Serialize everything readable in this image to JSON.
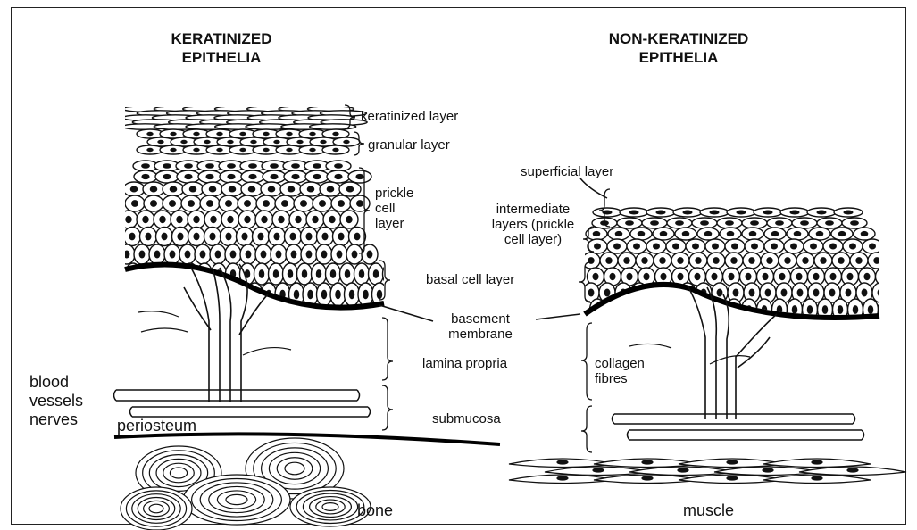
{
  "titles": {
    "left_line1": "KERATINIZED",
    "left_line2": "EPITHELIA",
    "right_line1": "NON-KERATINIZED",
    "right_line2": "EPITHELIA"
  },
  "labels": {
    "keratinized_layer": "keratinized layer",
    "granular_layer": "granular layer",
    "prickle_1": "prickle",
    "prickle_2": "cell",
    "prickle_3": "layer",
    "basal_cell_layer": "basal cell layer",
    "basement_1": "basement",
    "basement_2": "membrane",
    "lamina_propria": "lamina propria",
    "submucosa": "submucosa",
    "blood_1": "blood",
    "blood_2": "vessels",
    "blood_3": "nerves",
    "periosteum": "periosteum",
    "bone": "bone",
    "superficial_layer": "superficial layer",
    "intermediate_1": "intermediate",
    "intermediate_2": "layers (prickle",
    "intermediate_3": "cell layer)",
    "collagen_1": "collagen",
    "collagen_2": "fibres",
    "muscle": "muscle"
  }
}
